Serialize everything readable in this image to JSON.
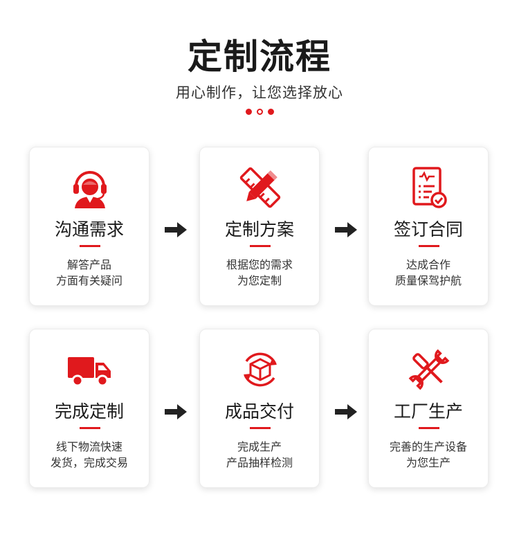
{
  "header": {
    "title": "定制流程",
    "subtitle": "用心制作，让您选择放心"
  },
  "accent_color": "#e0191d",
  "steps": [
    {
      "name": "沟通需求",
      "desc": [
        "解答产品",
        "方面有关疑问"
      ],
      "icon": "customer-service-headset-icon"
    },
    {
      "name": "定制方案",
      "desc": [
        "根据您的需求",
        "为您定制"
      ],
      "icon": "pencil-ruler-icon"
    },
    {
      "name": "签订合同",
      "desc": [
        "达成合作",
        "质量保驾护航"
      ],
      "icon": "contract-document-icon"
    },
    {
      "name": "完成定制",
      "desc": [
        "线下物流快速",
        "发货，完成交易"
      ],
      "icon": "delivery-truck-icon"
    },
    {
      "name": "成品交付",
      "desc": [
        "完成生产",
        "产品抽样检测"
      ],
      "icon": "package-cycle-icon"
    },
    {
      "name": "工厂生产",
      "desc": [
        "完善的生产设备",
        "为您生产"
      ],
      "icon": "wrench-screwdriver-icon"
    }
  ]
}
